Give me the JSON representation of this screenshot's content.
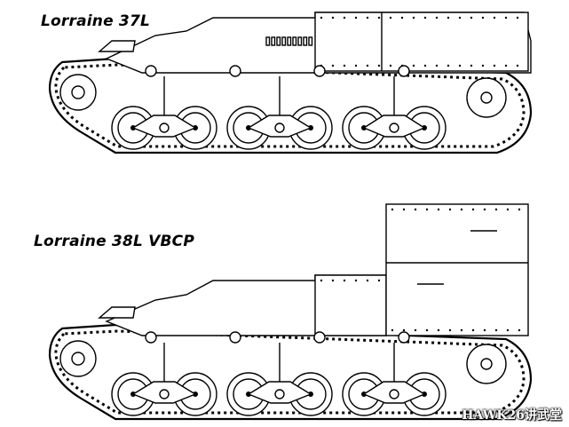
{
  "labels": {
    "top_vehicle": "Lorraine 37L",
    "bottom_vehicle": "Lorraine 38L  VBCP"
  },
  "watermark": "HAWK26讲武堂",
  "colors": {
    "ink": "#000000",
    "paper": "#ffffff"
  }
}
